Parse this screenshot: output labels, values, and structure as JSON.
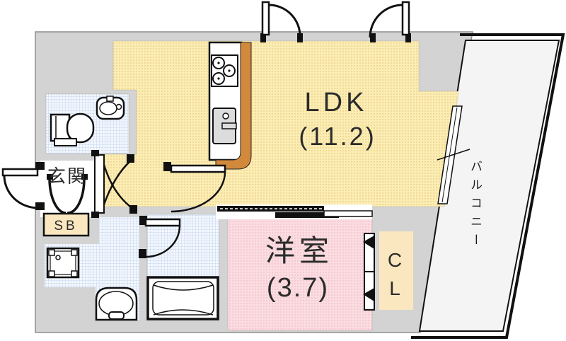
{
  "rooms": {
    "ldk": {
      "name": "LDK",
      "area": "(11.2)"
    },
    "western_room": {
      "name": "洋室",
      "area": "(3.7)"
    },
    "balcony": {
      "name": "バルコニー"
    },
    "entrance": {
      "name": "玄関"
    },
    "shoe_box": {
      "name": "SB"
    },
    "closet": {
      "line1": "C",
      "line2": "L"
    }
  },
  "palette": {
    "ldk_floor": "#FBEDB4",
    "ldk_dot": "#E3BA66",
    "western_floor": "#FADCE1",
    "western_dot": "#EFAEBC",
    "wet_floor": "#EBF1FB",
    "wet_grid": "#C3D6EE",
    "wall": "#D3D3D3",
    "balcony_floor": "#F4F4F4",
    "closet_floor": "#FAE7C0",
    "counter_wood": "#D2893C",
    "line": "#111111"
  },
  "icons": {
    "kitchen": [
      "stove-icon",
      "kitchen-sink-icon"
    ],
    "sanitary": [
      "toilet-icon",
      "hand-sink-icon",
      "washer-pan-icon",
      "washbasin-icon",
      "bathtub-icon"
    ],
    "openings": [
      "swing-door-icon",
      "double-door-icon",
      "sliding-door-icon",
      "folding-closet-door-icon",
      "window-icon"
    ]
  }
}
